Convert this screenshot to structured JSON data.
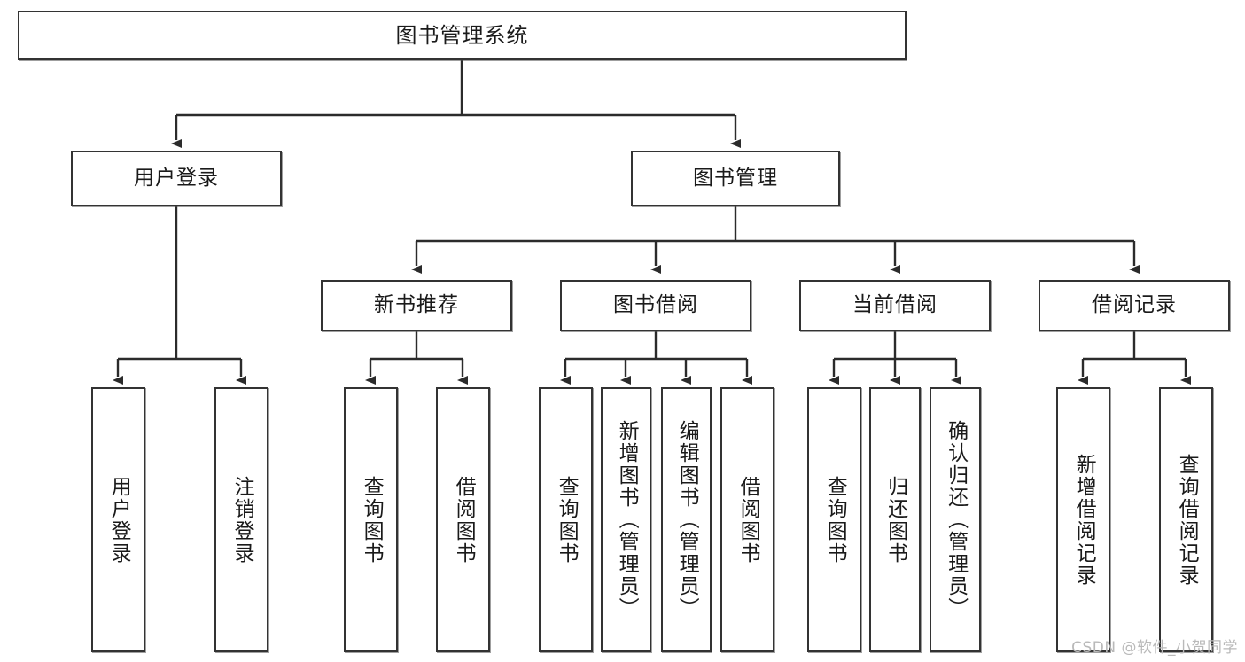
{
  "diagram": {
    "title": "图书管理系统",
    "watermark": "CSDN @软件_小贺同学",
    "colors": {
      "box_border": "#333333",
      "box_fill": "#ffffff",
      "connector": "#2b2b2b",
      "text": "#1a1a1a",
      "watermark": "#b9b9b9",
      "background": "#ffffff"
    },
    "nodes": {
      "root": {
        "label": "图书管理系统"
      },
      "level2": [
        {
          "label": "用户登录"
        },
        {
          "label": "图书管理"
        }
      ],
      "level3": [
        {
          "label": "新书推荐"
        },
        {
          "label": "图书借阅"
        },
        {
          "label": "当前借阅"
        },
        {
          "label": "借阅记录"
        }
      ],
      "leaves": {
        "user_login": [
          {
            "label": "用户登录"
          },
          {
            "label": "注销登录"
          }
        ],
        "new_book": [
          {
            "label": "查询图书"
          },
          {
            "label": "借阅图书"
          }
        ],
        "book_borrow": [
          {
            "label": "查询图书"
          },
          {
            "label": "新增图书（管理员）"
          },
          {
            "label": "编辑图书（管理员）"
          },
          {
            "label": "借阅图书"
          }
        ],
        "current_borrow": [
          {
            "label": "查询图书"
          },
          {
            "label": "归还图书"
          },
          {
            "label": "确认归还（管理员）"
          }
        ],
        "borrow_record": [
          {
            "label": "新增借阅记录"
          },
          {
            "label": "查询借阅记录"
          }
        ]
      }
    }
  },
  "chart_data": {
    "type": "tree",
    "title": "图书管理系统",
    "orientation": "top-down",
    "edge_style": "orthogonal-with-arrowheads",
    "tree": {
      "name": "图书管理系统",
      "children": [
        {
          "name": "用户登录",
          "children": [
            {
              "name": "用户登录"
            },
            {
              "name": "注销登录"
            }
          ]
        },
        {
          "name": "图书管理",
          "children": [
            {
              "name": "新书推荐",
              "children": [
                {
                  "name": "查询图书"
                },
                {
                  "name": "借阅图书"
                }
              ]
            },
            {
              "name": "图书借阅",
              "children": [
                {
                  "name": "查询图书"
                },
                {
                  "name": "新增图书（管理员）"
                },
                {
                  "name": "编辑图书（管理员）"
                },
                {
                  "name": "借阅图书"
                }
              ]
            },
            {
              "name": "当前借阅",
              "children": [
                {
                  "name": "查询图书"
                },
                {
                  "name": "归还图书"
                },
                {
                  "name": "确认归还（管理员）"
                }
              ]
            },
            {
              "name": "借阅记录",
              "children": [
                {
                  "name": "新增借阅记录"
                },
                {
                  "name": "查询借阅记录"
                }
              ]
            }
          ]
        }
      ]
    }
  }
}
